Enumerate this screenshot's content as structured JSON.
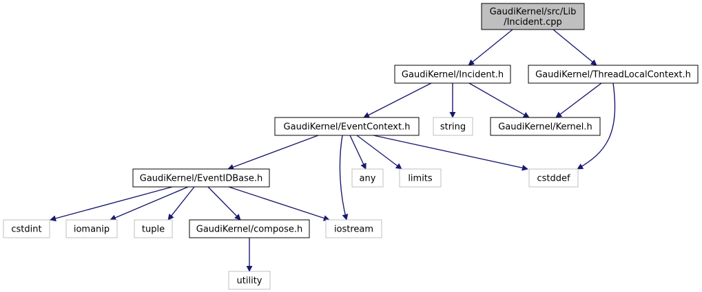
{
  "colors": {
    "edge": "#191970",
    "root_fill": "#bfbfbf",
    "root_border": "#000000",
    "internal_border": "#000000",
    "external_border": "#bfbfbf",
    "node_fill": "#ffffff"
  },
  "nodes": [
    {
      "id": "incident_cpp",
      "lines": [
        "GaudiKernel/src/Lib",
        "/Incident.cpp"
      ],
      "kind": "root"
    },
    {
      "id": "incident_h",
      "lines": [
        "GaudiKernel/Incident.h"
      ],
      "kind": "internal"
    },
    {
      "id": "threadlocalcontext_h",
      "lines": [
        "GaudiKernel/ThreadLocalContext.h"
      ],
      "kind": "internal"
    },
    {
      "id": "eventcontext_h",
      "lines": [
        "GaudiKernel/EventContext.h"
      ],
      "kind": "internal"
    },
    {
      "id": "string",
      "lines": [
        "string"
      ],
      "kind": "external"
    },
    {
      "id": "kernel_h",
      "lines": [
        "GaudiKernel/Kernel.h"
      ],
      "kind": "internal"
    },
    {
      "id": "eventidbase_h",
      "lines": [
        "GaudiKernel/EventIDBase.h"
      ],
      "kind": "internal"
    },
    {
      "id": "any",
      "lines": [
        "any"
      ],
      "kind": "external"
    },
    {
      "id": "limits",
      "lines": [
        "limits"
      ],
      "kind": "external"
    },
    {
      "id": "cstddef",
      "lines": [
        "cstddef"
      ],
      "kind": "external"
    },
    {
      "id": "cstdint",
      "lines": [
        "cstdint"
      ],
      "kind": "external"
    },
    {
      "id": "iomanip",
      "lines": [
        "iomanip"
      ],
      "kind": "external"
    },
    {
      "id": "tuple",
      "lines": [
        "tuple"
      ],
      "kind": "external"
    },
    {
      "id": "compose_h",
      "lines": [
        "GaudiKernel/compose.h"
      ],
      "kind": "internal"
    },
    {
      "id": "iostream",
      "lines": [
        "iostream"
      ],
      "kind": "external"
    },
    {
      "id": "utility",
      "lines": [
        "utility"
      ],
      "kind": "external"
    }
  ],
  "edges": [
    {
      "from": "incident_cpp",
      "to": "incident_h"
    },
    {
      "from": "incident_cpp",
      "to": "threadlocalcontext_h"
    },
    {
      "from": "incident_h",
      "to": "eventcontext_h"
    },
    {
      "from": "incident_h",
      "to": "string"
    },
    {
      "from": "incident_h",
      "to": "kernel_h"
    },
    {
      "from": "threadlocalcontext_h",
      "to": "kernel_h"
    },
    {
      "from": "threadlocalcontext_h",
      "to": "cstddef"
    },
    {
      "from": "eventcontext_h",
      "to": "eventidbase_h"
    },
    {
      "from": "eventcontext_h",
      "to": "any"
    },
    {
      "from": "eventcontext_h",
      "to": "limits"
    },
    {
      "from": "eventcontext_h",
      "to": "cstddef"
    },
    {
      "from": "eventcontext_h",
      "to": "iostream"
    },
    {
      "from": "eventidbase_h",
      "to": "cstdint"
    },
    {
      "from": "eventidbase_h",
      "to": "iomanip"
    },
    {
      "from": "eventidbase_h",
      "to": "tuple"
    },
    {
      "from": "eventidbase_h",
      "to": "compose_h"
    },
    {
      "from": "eventidbase_h",
      "to": "iostream"
    },
    {
      "from": "compose_h",
      "to": "utility"
    }
  ]
}
